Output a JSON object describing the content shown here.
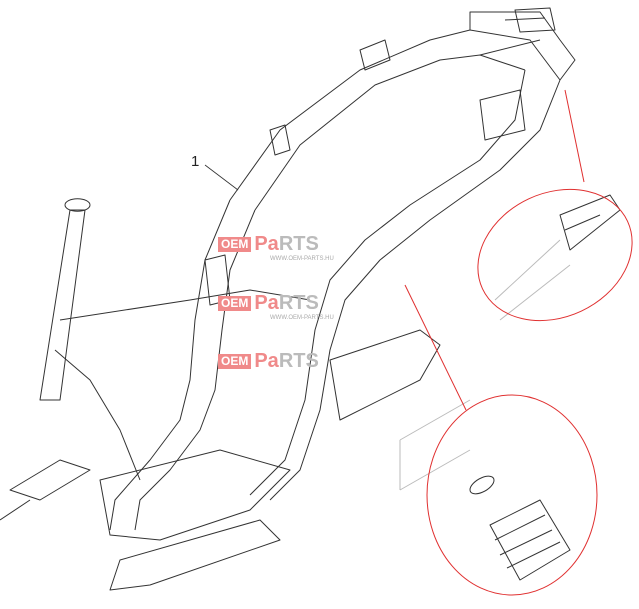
{
  "diagram": {
    "part_callouts": [
      {
        "number": "1"
      }
    ],
    "watermark": {
      "brand_oem": "OEM",
      "brand_pa": "Pa",
      "brand_rts": "RTS",
      "url": "WWW.OEM-PARTS.HU"
    },
    "highlight_color": "#e03030",
    "line_color": "#333333"
  }
}
